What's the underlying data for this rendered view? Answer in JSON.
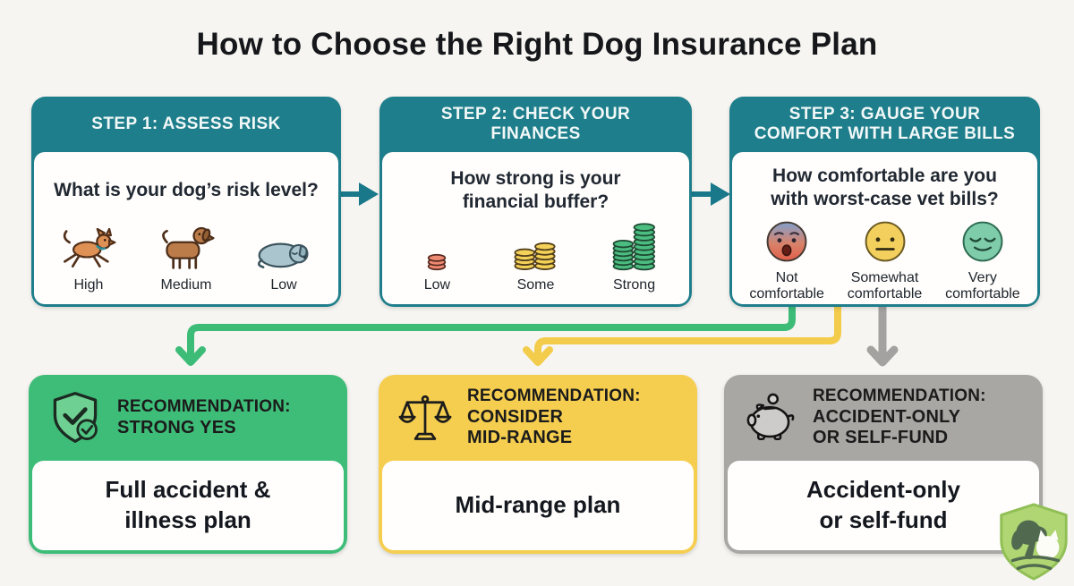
{
  "title": "How to Choose the Right Dog Insurance Plan",
  "steps": [
    {
      "header": "STEP 1: ASSESS RISK",
      "question": "What is your dog’s risk level?",
      "options": [
        {
          "icon": "running-dog-icon",
          "label": "High"
        },
        {
          "icon": "standing-dog-icon",
          "label": "Medium"
        },
        {
          "icon": "sleeping-dog-icon",
          "label": "Low"
        }
      ]
    },
    {
      "header": "STEP 2: CHECK YOUR\nFINANCES",
      "question": "How strong is your\nfinancial buffer?",
      "options": [
        {
          "icon": "coin-stack-small-icon",
          "label": "Low"
        },
        {
          "icon": "coin-stack-medium-icon",
          "label": "Some"
        },
        {
          "icon": "coin-stack-tall-icon",
          "label": "Strong"
        }
      ]
    },
    {
      "header": "STEP 3: GAUGE YOUR\nCOMFORT WITH LARGE BILLS",
      "question": "How comfortable are you\nwith worst-case vet bills?",
      "options": [
        {
          "icon": "worried-face-icon",
          "label": "Not comfortable"
        },
        {
          "icon": "neutral-face-icon",
          "label": "Somewhat comfortable"
        },
        {
          "icon": "relaxed-face-icon",
          "label": "Very comfortable"
        }
      ]
    }
  ],
  "recommendations": [
    {
      "icon": "shield-check-icon",
      "eyebrow": "RECOMMENDATION:",
      "title": "STRONG YES",
      "body": "Full accident &\nillness plan",
      "accent": "#3ebd79"
    },
    {
      "icon": "balance-scale-icon",
      "eyebrow": "RECOMMENDATION:",
      "title": "CONSIDER\nMID-RANGE",
      "body": "Mid-range plan",
      "accent": "#f6ce4f"
    },
    {
      "icon": "piggy-bank-icon",
      "eyebrow": "RECOMMENDATION:",
      "title": "ACCIDENT-ONLY\nOR SELF-FUND",
      "body": "Accident-only\nor self-fund",
      "accent": "#a8a7a4"
    }
  ],
  "colors": {
    "background": "#f7f5f1",
    "teal": "#1f7e8b",
    "green": "#3ebd79",
    "yellow": "#f6ce4f",
    "gray": "#a8a7a4",
    "title_text": "#15171a"
  }
}
